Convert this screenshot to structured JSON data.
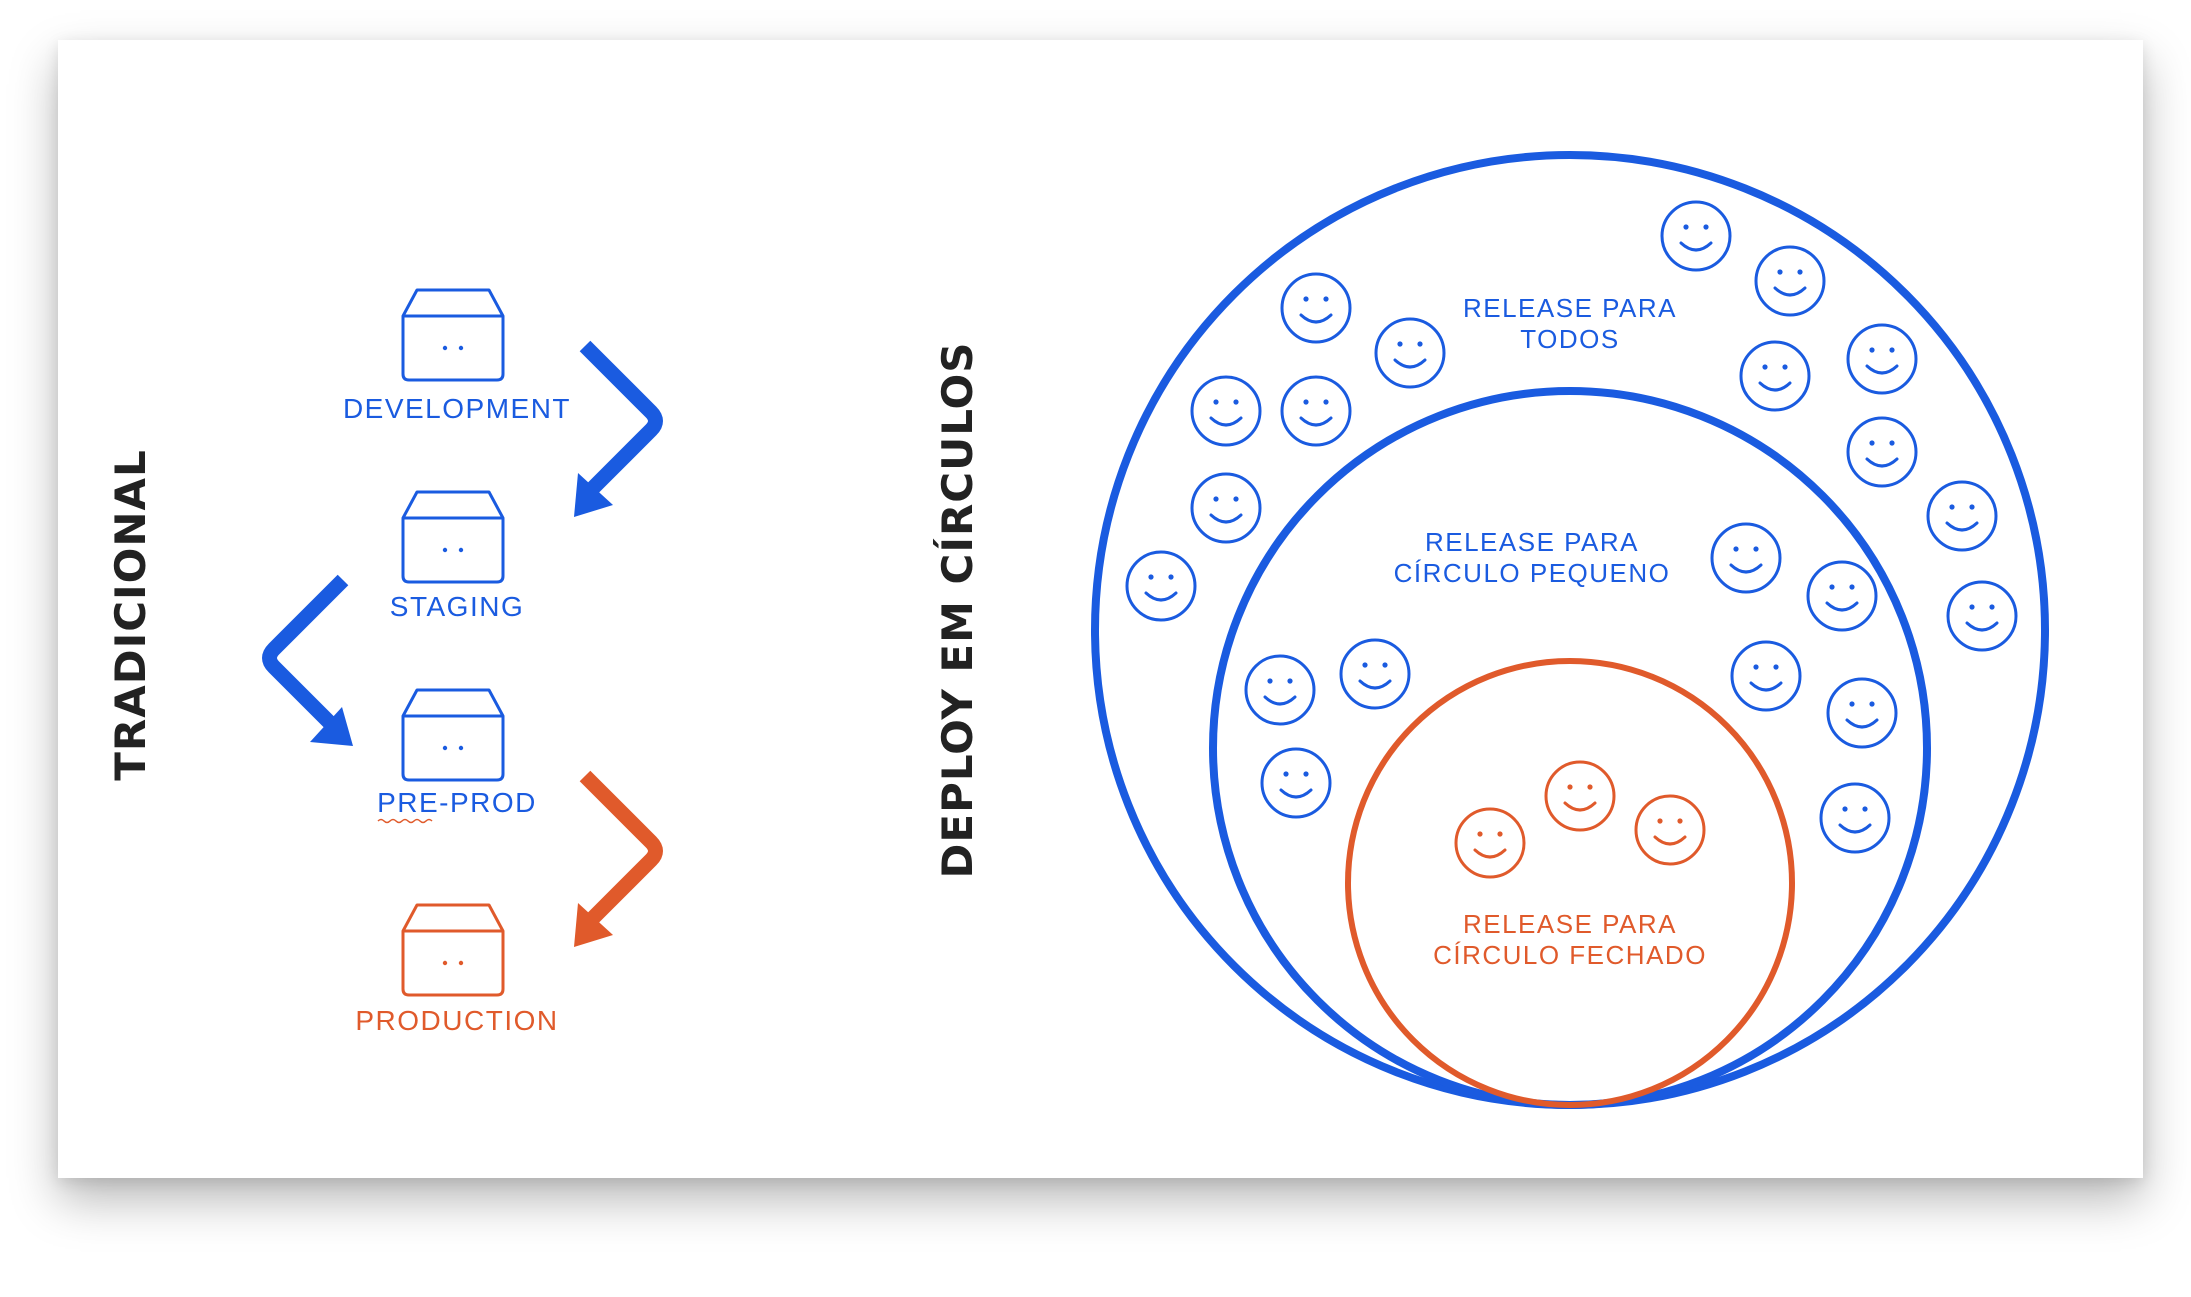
{
  "titles": {
    "traditional": "TRADICIONAL",
    "circles": "DEPLOY EM CÍRCULOS"
  },
  "environments": [
    {
      "label": "DEVELOPMENT",
      "color": "#1a5be0"
    },
    {
      "label": "STAGING",
      "color": "#1a5be0"
    },
    {
      "label": "PRE-PROD",
      "color": "#1a5be0"
    },
    {
      "label": "PRODUCTION",
      "color": "#e05a2b"
    }
  ],
  "circles": {
    "outer": {
      "label_line1": "RELEASE PARA",
      "label_line2": "TODOS",
      "color": "#1a5be0"
    },
    "middle": {
      "label_line1": "RELEASE PARA",
      "label_line2": "CÍRCULO PEQUENO",
      "color": "#1a5be0"
    },
    "inner": {
      "label_line1": "RELEASE PARA",
      "label_line2": "CÍRCULO FECHADO",
      "color": "#e05a2b"
    }
  },
  "colors": {
    "blue": "#1a5be0",
    "orange": "#e05a2b",
    "title": "#222222"
  },
  "icons": {
    "server": "server-box-icon",
    "user": "smiley-face-icon",
    "arrow": "bent-arrow-icon"
  }
}
